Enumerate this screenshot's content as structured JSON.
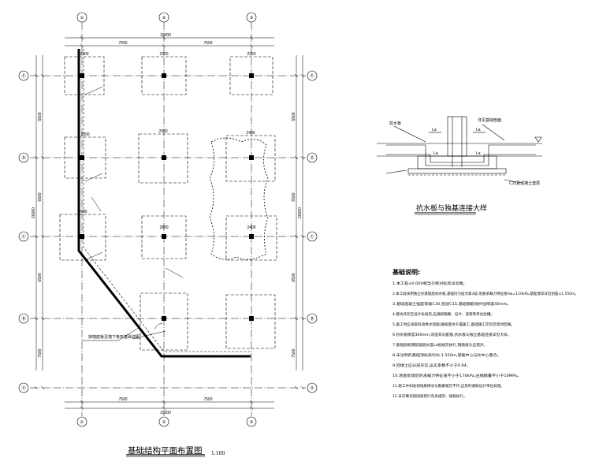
{
  "plan": {
    "title": "基础结构平面布置图",
    "scale": "1:100",
    "col_axes": [
      "①",
      "②",
      "③"
    ],
    "row_axes": [
      "Ⓔ",
      "Ⓓ",
      "Ⓒ",
      "Ⓑ",
      "Ⓐ"
    ],
    "top_total": "15000",
    "bot_total": "15000",
    "top_spans": [
      "7500",
      "7500"
    ],
    "bot_spans": [
      "7500",
      "7500"
    ],
    "left_total": "26000",
    "right_total": "26000",
    "left_spans": [
      "5500",
      "6500",
      "6500",
      "7500"
    ],
    "right_spans": [
      "5500",
      "6500",
      "6500",
      "7500"
    ],
    "pad_sizes": [
      "2400",
      "2300",
      "2250",
      "2000",
      "2000",
      "2400",
      "2400",
      "2800",
      "2400"
    ],
    "leader_text": "挡墙底板见墙下条形基础详图"
  },
  "detail": {
    "title": "抗水板与独基连接大样",
    "labels": [
      "抗水板",
      "详见基础剖面",
      "La",
      "La",
      "La",
      "La",
      "C15素混凝土垫层"
    ]
  },
  "notes": {
    "heading": "基础说明:",
    "lines": [
      "1.本工程±0.000相当于绝对标高详总图。",
      "2.本工程采用独立柱基础及抗水板,基础持力层为第3层,地基承载力特征值fak=110kPa,基础埋深详见剖面±1.550m。",
      "3.基础混凝土强度等级C30,垫层C15,基础钢筋保护层厚度40mm。",
      "4.基坑开挖至设计标高后,应通知勘察、设计、监理等单位验槽。",
      "5.施工时应采取有效降水措施,确保基坑干燥施工,基础施工完毕后及时回填。",
      "6.抗水板厚度300mm,双层双向配筋,抗水板与独立基础连接详见大样。",
      "7.基础底板钢筋锚固长度La按规范执行,钢筋接头应错开。",
      "8.未注明的基础顶标高均为-1.550m,基础中心与柱中心重合。",
      "9.回填土应分层夯实,压实系数不小于0.94。",
      "10.地基处理后的承载力特征值不小于170kPa,压缩模量不小于10MPa。",
      "11.施工中如发现地质情况与勘察报告不符,应及时通知设计单位处理。",
      "12.未尽事宜按国家现行有关规范、规程执行。"
    ]
  }
}
